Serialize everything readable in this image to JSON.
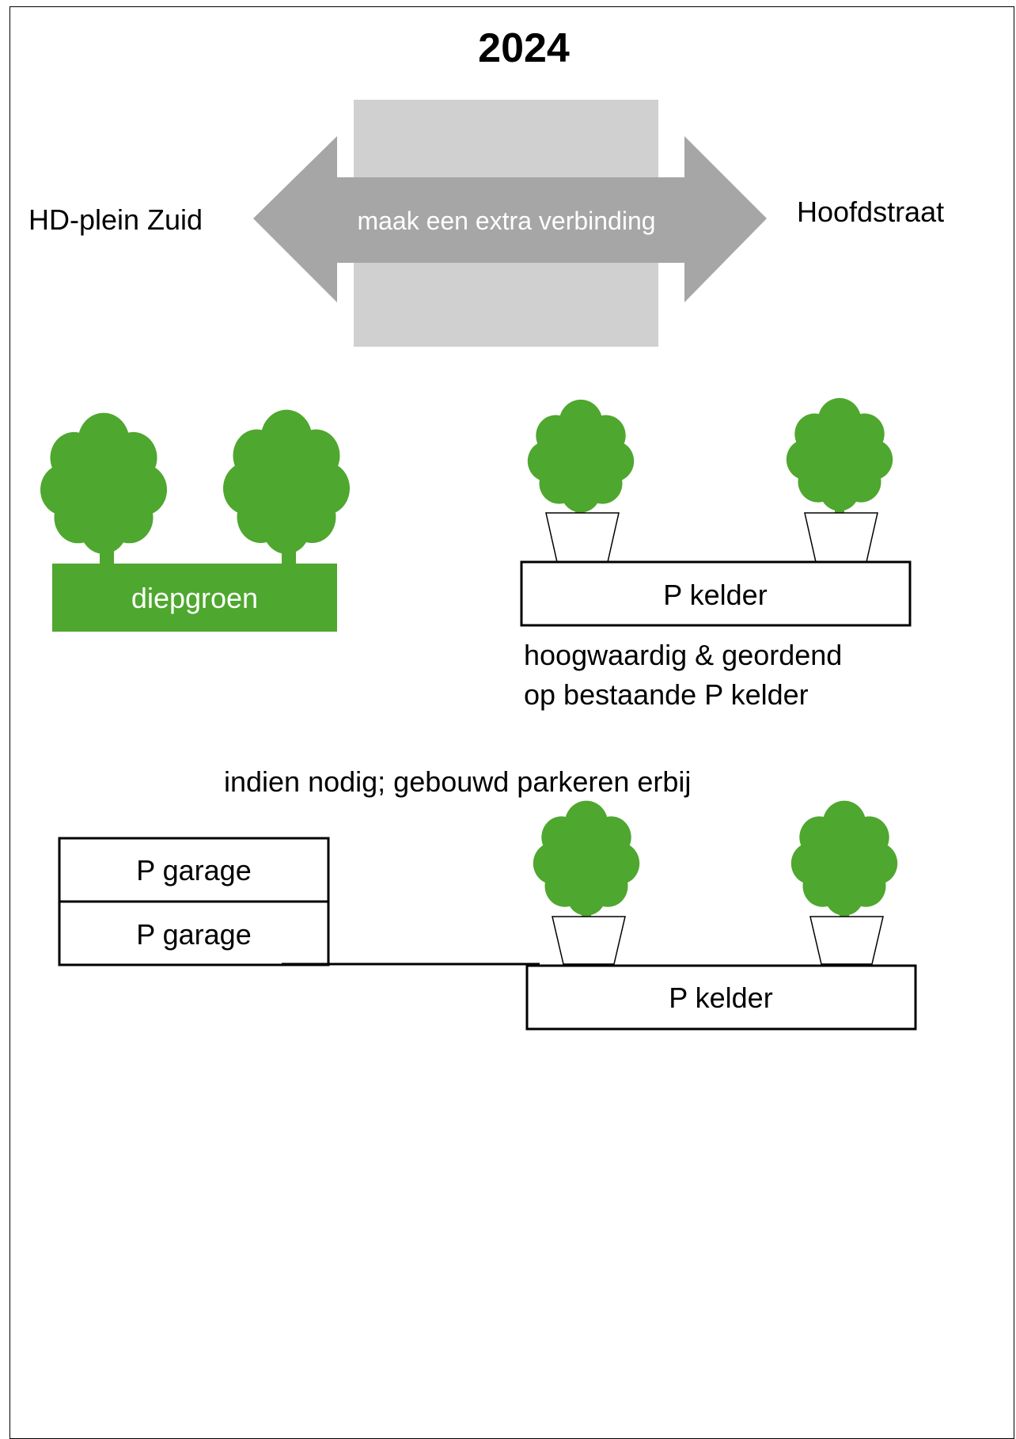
{
  "title": "2024",
  "connection": {
    "left_label": "HD-plein Zuid",
    "right_label": "Hoofdstraat",
    "arrow_label": "maak een extra verbinding"
  },
  "green": {
    "label": "diepgroen"
  },
  "kelder_top": {
    "label": "P kelder",
    "caption_line1": "hoogwaardig & geordend",
    "caption_line2": "op bestaande P kelder"
  },
  "parking_note": "indien nodig; gebouwd parkeren erbij",
  "garage": {
    "upper_label": "P garage",
    "lower_label": "P garage"
  },
  "kelder_bottom": {
    "label": "P kelder"
  },
  "colors": {
    "tree_green": "#4ea72e",
    "arrow_gray": "#a6a6a6",
    "road_gray": "#d0d0d0"
  }
}
